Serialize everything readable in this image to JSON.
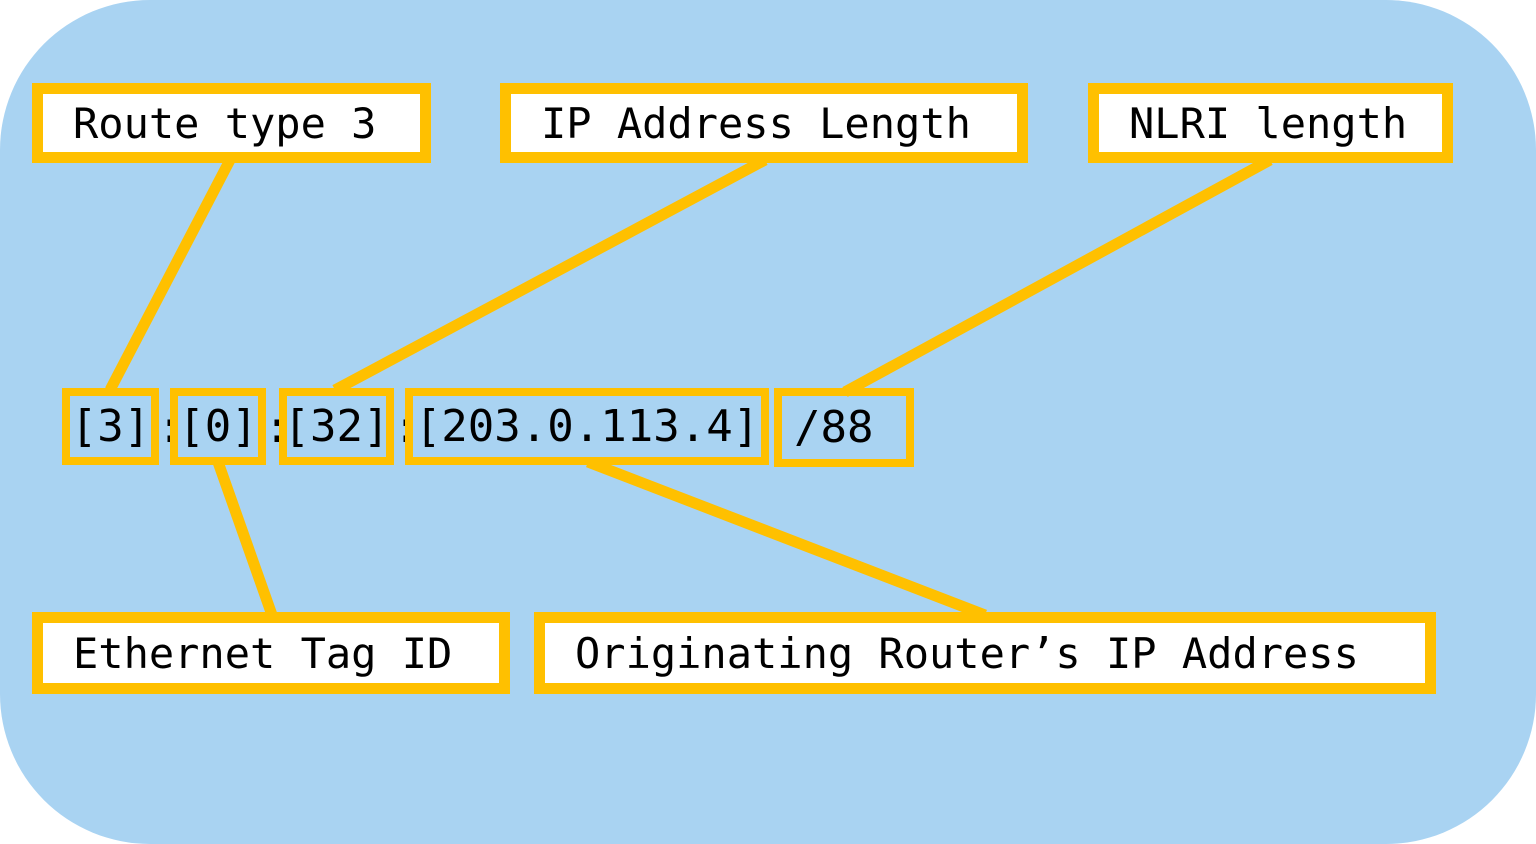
{
  "colors": {
    "background": "#a9d3f2",
    "accent": "#ffc000",
    "box_fill": "#ffffff",
    "text": "#000000"
  },
  "labels": {
    "route_type": "Route type 3",
    "ip_address_length": "IP Address Length",
    "nlri_length": "NLRI length",
    "ethernet_tag_id": "Ethernet Tag ID",
    "originating_router_ip": "Originating Router’s IP Address"
  },
  "route": {
    "route_type_value": "[3]",
    "ethernet_tag_value": "[0]",
    "ip_length_value": "[32]",
    "originating_ip_value": "[203.0.113.4]",
    "nlri_length_value": "/88",
    "separator": ":"
  }
}
